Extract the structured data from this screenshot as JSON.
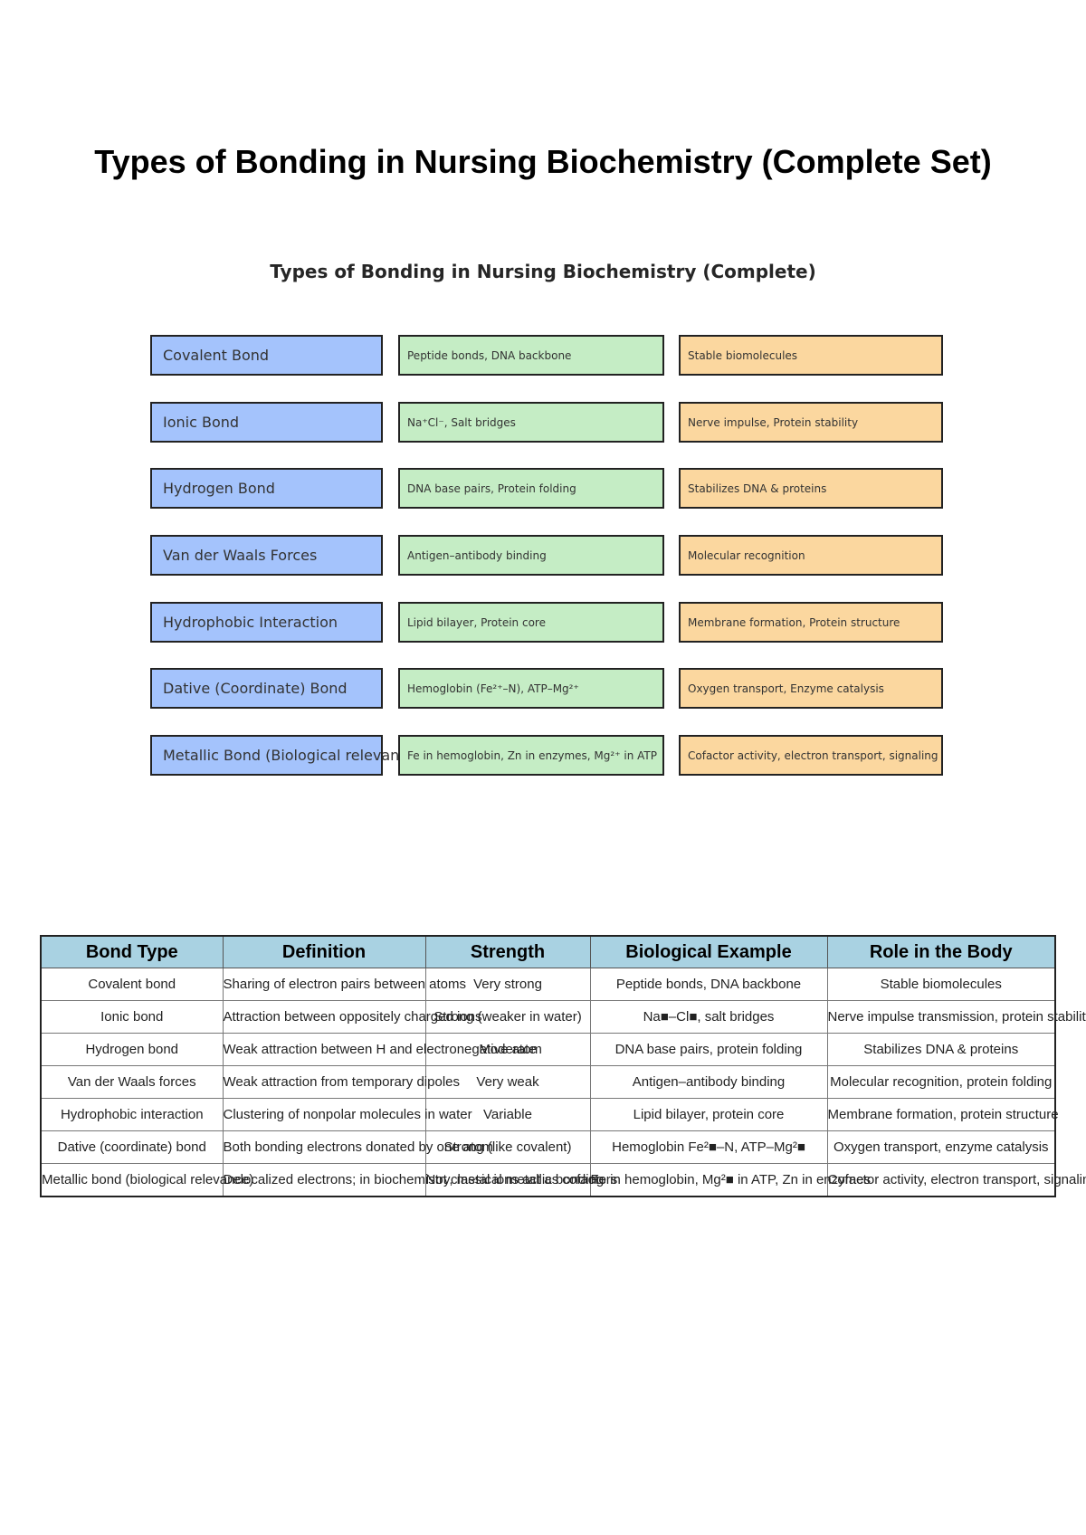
{
  "title": "Types of Bonding in Nursing Biochemistry (Complete Set)",
  "chart_title": "Types of Bonding in Nursing Biochemistry (Complete)",
  "colors": {
    "type_box": "#a4c3fc",
    "example_box": "#c5edc5",
    "role_box": "#fbd79f",
    "table_header": "#a9d2e2"
  },
  "boxes": [
    {
      "type": "Covalent Bond",
      "example": "Peptide bonds, DNA backbone",
      "role": "Stable biomolecules"
    },
    {
      "type": "Ionic Bond",
      "example": "Na⁺Cl⁻, Salt bridges",
      "role": "Nerve impulse, Protein stability"
    },
    {
      "type": "Hydrogen Bond",
      "example": "DNA base pairs, Protein folding",
      "role": "Stabilizes DNA & proteins"
    },
    {
      "type": "Van der Waals Forces",
      "example": "Antigen–antibody binding",
      "role": "Molecular recognition"
    },
    {
      "type": "Hydrophobic Interaction",
      "example": "Lipid bilayer, Protein core",
      "role": "Membrane formation, Protein structure"
    },
    {
      "type": "Dative (Coordinate) Bond",
      "example": "Hemoglobin (Fe²⁺–N), ATP–Mg²⁺",
      "role": "Oxygen transport, Enzyme catalysis"
    },
    {
      "type": "Metallic Bond (Biological relevance)",
      "example": "Fe in hemoglobin, Zn in enzymes, Mg²⁺ in ATP",
      "role": "Cofactor activity, electron transport, signaling"
    }
  ],
  "table": {
    "headers": [
      "Bond Type",
      "Definition",
      "Strength",
      "Biological Example",
      "Role in the Body"
    ],
    "rows": [
      [
        "Covalent bond",
        "Sharing of electron pairs between atoms",
        "Very strong",
        "Peptide bonds, DNA backbone",
        "Stable biomolecules"
      ],
      [
        "Ionic bond",
        "Attraction between oppositely charged ions",
        "Strong (weaker in water)",
        "Na■–Cl■, salt bridges",
        "Nerve impulse transmission, protein stability"
      ],
      [
        "Hydrogen bond",
        "Weak attraction between H and electronegative atom",
        "Moderate",
        "DNA base pairs, protein folding",
        "Stabilizes DNA & proteins"
      ],
      [
        "Van der Waals forces",
        "Weak attraction from temporary dipoles",
        "Very weak",
        "Antigen–antibody binding",
        "Molecular recognition, protein folding"
      ],
      [
        "Hydrophobic interaction",
        "Clustering of nonpolar molecules in water",
        "Variable",
        "Lipid bilayer, protein core",
        "Membrane formation, protein structure"
      ],
      [
        "Dative (coordinate) bond",
        "Both bonding electrons donated by one atom",
        "Strong (like covalent)",
        "Hemoglobin Fe²■–N, ATP–Mg²■",
        "Oxygen transport, enzyme catalysis"
      ],
      [
        "Metallic bond (biological relevance)",
        "Delocalized electrons; in biochemistry, metal ions act as cofactors",
        "Not classical metallic bonding",
        "Fe in hemoglobin, Mg²■ in ATP, Zn in enzymes",
        "Cofactor activity, electron transport, signaling"
      ]
    ]
  }
}
